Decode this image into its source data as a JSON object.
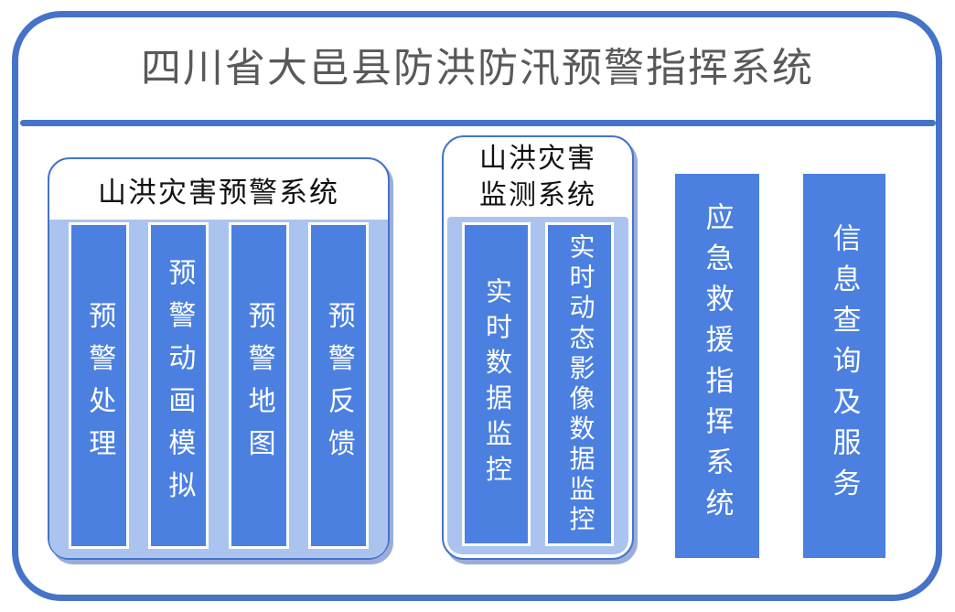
{
  "title": "四川省大邑县防洪防汛预警指挥系统",
  "panels": {
    "warning": {
      "title": "山洪灾害预警系统",
      "bars": [
        "预警处理",
        "预警动画模拟",
        "预警地图",
        "预警反馈"
      ]
    },
    "monitoring": {
      "title_line1": "山洪灾害",
      "title_line2": "监测系统",
      "bars": [
        "实时数据监控",
        "实时动态影像数据监控"
      ]
    }
  },
  "standalone_bars": {
    "emergency": "应急救援指挥系统",
    "info_service": "信息查询及服务"
  },
  "colors": {
    "frame_border": "#4573C8",
    "bar_fill": "#4B80E1",
    "panel_body": "#ABC4EF",
    "title_text": "#595959",
    "bar_text": "#FFFFFF",
    "panel_shadow": "#9AAEDC"
  }
}
